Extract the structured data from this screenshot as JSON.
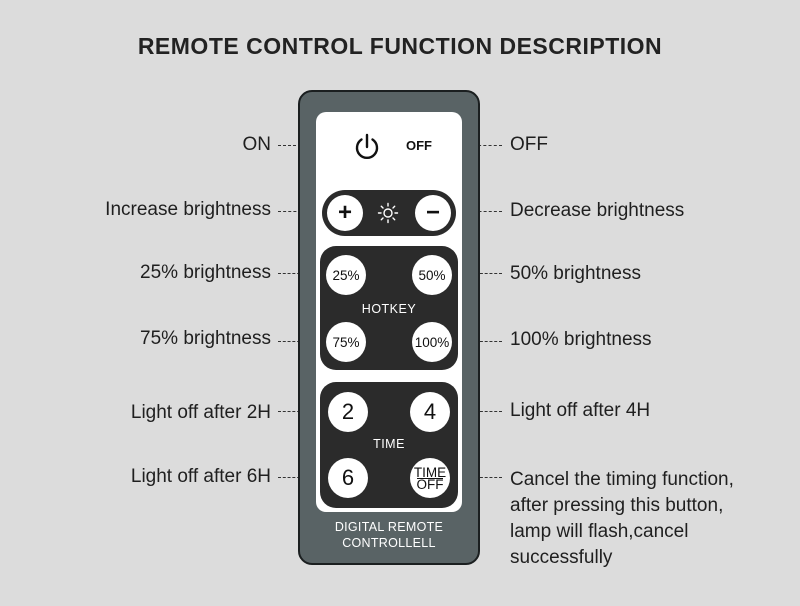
{
  "title": "REMOTE CONTROL FUNCTION DESCRIPTION",
  "remote": {
    "off_label": "OFF",
    "brightness_up": "+",
    "brightness_down": "−",
    "hotkey_label": "HOTKEY",
    "hotkeys": [
      "25%",
      "50%",
      "75%",
      "100%"
    ],
    "time_label": "TIME",
    "timers": [
      "2",
      "4",
      "6"
    ],
    "time_off_top": "TIME",
    "time_off_bottom": "OFF",
    "brand_line1": "DIGITAL REMOTE",
    "brand_line2": "CONTROLLELL"
  },
  "labels": {
    "on": "ON",
    "off": "OFF",
    "increase": "Increase brightness",
    "decrease": "Decrease brightness",
    "b25": "25% brightness",
    "b50": "50% brightness",
    "b75": "75% brightness",
    "b100": "100% brightness",
    "off2h": "Light off after 2H",
    "off4h": "Light off after 4H",
    "off6h": "Light off after 6H",
    "cancel_lines": [
      "Cancel the timing function,",
      "after pressing this button,",
      "lamp will flash,cancel",
      "successfully"
    ]
  }
}
